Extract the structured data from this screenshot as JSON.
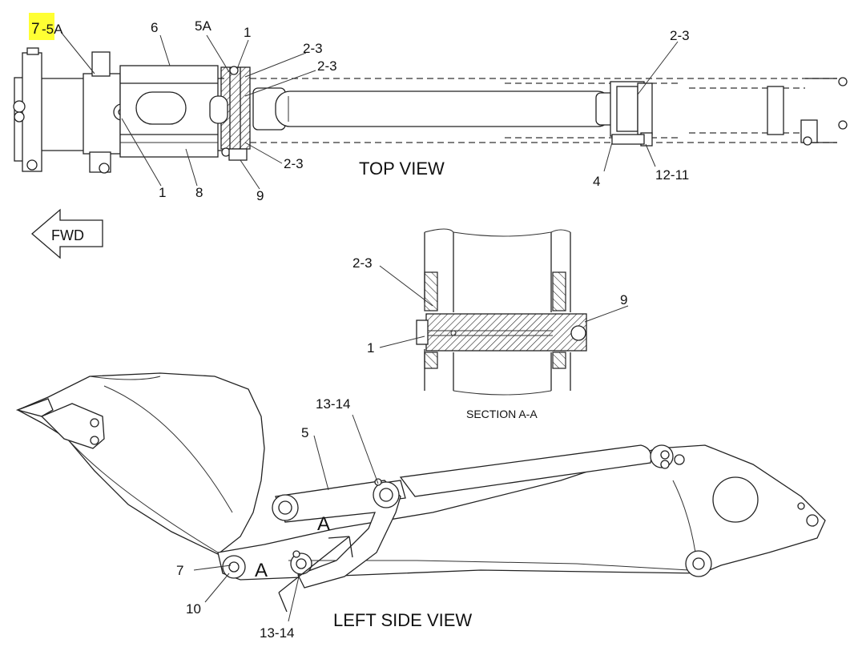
{
  "highlight_color": "#ffff33",
  "labels": {
    "top_7_5a_a": "7",
    "top_7_5a_b": "-5A",
    "top_6": "6",
    "top_5a": "5A",
    "top_1a": "1",
    "top_2_3a": "2-3",
    "top_2_3b": "2-3",
    "top_2_3c": "2-3",
    "top_2_3d": "2-3",
    "top_1b": "1",
    "top_8": "8",
    "top_9": "9",
    "top_4": "4",
    "top_12_11": "12-11",
    "sec_2_3": "2-3",
    "sec_9": "9",
    "sec_1": "1",
    "side_13_14a": "13-14",
    "side_5": "5",
    "side_a1": "A",
    "side_a2": "A",
    "side_7": "7",
    "side_10": "10",
    "side_13_14b": "13-14"
  },
  "titles": {
    "top_view": "TOP VIEW",
    "fwd": "FWD",
    "section": "SECTION A-A",
    "side_view": "LEFT SIDE VIEW"
  }
}
